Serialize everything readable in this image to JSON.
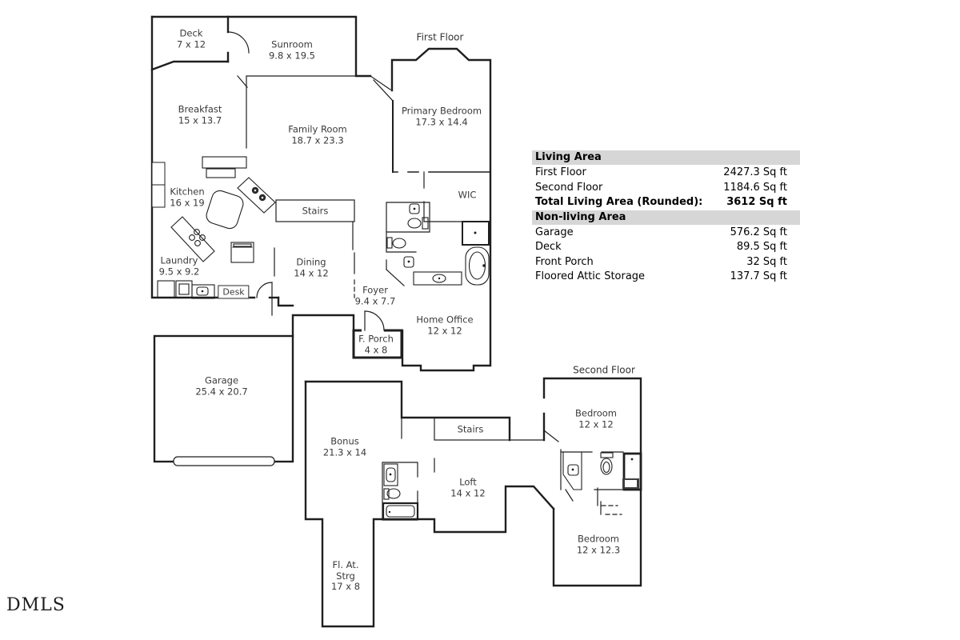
{
  "plan": {
    "first_floor": {
      "title": "First Floor",
      "rooms": {
        "deck": {
          "name": "Deck",
          "dims": "7 x 12"
        },
        "sunroom": {
          "name": "Sunroom",
          "dims": "9.8 x 19.5"
        },
        "breakfast": {
          "name": "Breakfast",
          "dims": "15 x 13.7"
        },
        "family_room": {
          "name": "Family Room",
          "dims": "18.7 x 23.3"
        },
        "primary_bedroom": {
          "name": "Primary Bedroom",
          "dims": "17.3 x 14.4"
        },
        "kitchen": {
          "name": "Kitchen",
          "dims": "16 x 19"
        },
        "stairs": {
          "name": "Stairs"
        },
        "wic": {
          "name": "WIC"
        },
        "laundry": {
          "name": "Laundry",
          "dims": "9.5 x 9.2"
        },
        "dining": {
          "name": "Dining",
          "dims": "14 x 12"
        },
        "desk": {
          "name": "Desk"
        },
        "foyer": {
          "name": "Foyer",
          "dims": "9.4 x 7.7"
        },
        "front_porch": {
          "name": "F. Porch",
          "dims": "4 x 8"
        },
        "home_office": {
          "name": "Home Office",
          "dims": "12 x 12"
        },
        "garage": {
          "name": "Garage",
          "dims": "25.4 x 20.7"
        }
      }
    },
    "second_floor": {
      "title": "Second Floor",
      "rooms": {
        "bonus": {
          "name": "Bonus",
          "dims": "21.3 x 14"
        },
        "stairs": {
          "name": "Stairs"
        },
        "bedroom1": {
          "name": "Bedroom",
          "dims": "12 x 12"
        },
        "loft": {
          "name": "Loft",
          "dims": "14 x 12"
        },
        "bedroom2": {
          "name": "Bedroom",
          "dims": "12 x 12.3"
        },
        "attic_storage": {
          "name_line1": "Fl. At.",
          "name_line2": "Strg",
          "dims": "17 x 8"
        }
      }
    }
  },
  "area_table": {
    "living_header": "Living Area",
    "nonliving_header": "Non-living Area",
    "rows_living": [
      {
        "label": "First Floor",
        "value": "2427.3 Sq ft"
      },
      {
        "label": "Second Floor",
        "value": "1184.6 Sq ft"
      }
    ],
    "total_row": {
      "label": "Total Living Area (Rounded):",
      "value": "3612 Sq ft"
    },
    "rows_nonliving": [
      {
        "label": "Garage",
        "value": "576.2 Sq ft"
      },
      {
        "label": "Deck",
        "value": "89.5 Sq ft"
      },
      {
        "label": "Front Porch",
        "value": "32 Sq ft"
      },
      {
        "label": "Floored Attic Storage",
        "value": "137.7 Sq ft"
      }
    ],
    "header_bg": "#d6d6d6"
  },
  "watermark": {
    "text": "DMLS"
  },
  "colors": {
    "wall": "#1f1f1f",
    "label_text": "#3a3a3a",
    "table_text": "#000000"
  }
}
